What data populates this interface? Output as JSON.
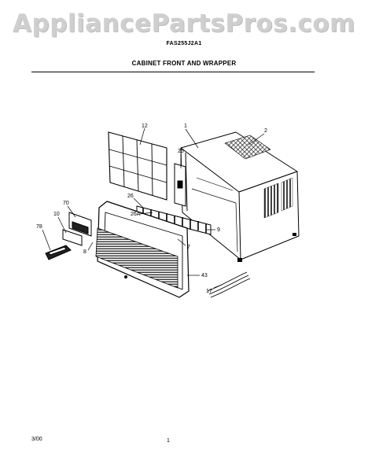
{
  "watermark": "AppliancePartsPros.com",
  "model_number": "FAS255J2A1",
  "section_title": "CABINET FRONT AND WRAPPER",
  "callouts": {
    "c12": "12",
    "c1": "1",
    "c2": "2",
    "c25": "25",
    "c26": "26",
    "c26a": "26A",
    "c9": "9",
    "c70": "70",
    "c10": "10",
    "c78": "78",
    "c8": "8",
    "c7": "7",
    "c43": "43",
    "c17": "17"
  },
  "footer": {
    "date": "3/00",
    "page": "1"
  }
}
